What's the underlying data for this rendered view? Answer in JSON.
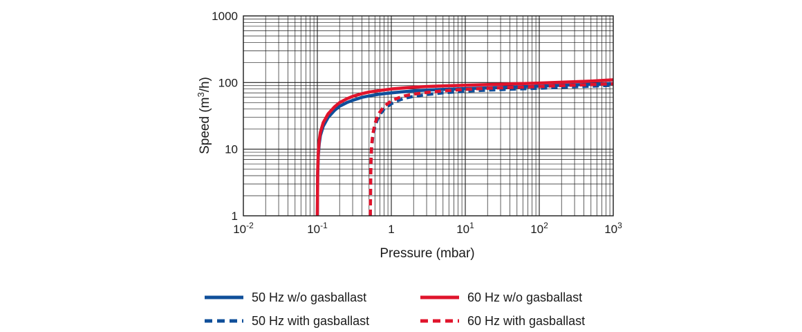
{
  "colors": {
    "blue": "#0f4f9a",
    "red": "#e0142c",
    "grid": "#1a1a1a"
  },
  "chart_data": {
    "type": "line",
    "xscale": "log",
    "yscale": "log",
    "xlim": [
      0.01,
      1000
    ],
    "ylim": [
      1,
      1000
    ],
    "xlabel": "Pressure (mbar)",
    "ylabel_main": "Speed (m",
    "ylabel_sup": "3",
    "ylabel_end": "/h)",
    "grid": true,
    "legend_position": "bottom",
    "x_ticks": [
      {
        "base": "10",
        "exp": "-2"
      },
      {
        "base": "10",
        "exp": "-1"
      },
      {
        "base": "1",
        "exp": ""
      },
      {
        "base": "10",
        "exp": "1"
      },
      {
        "base": "10",
        "exp": "2"
      },
      {
        "base": "10",
        "exp": "3"
      }
    ],
    "y_ticks": [
      "1",
      "10",
      "100",
      "1000"
    ],
    "series": [
      {
        "name": "50 Hz w/o gasballast",
        "color": "#0f4f9a",
        "dashed": false,
        "x": [
          0.1,
          0.101,
          0.103,
          0.106,
          0.11,
          0.12,
          0.14,
          0.17,
          0.2,
          0.25,
          0.3,
          0.4,
          0.5,
          0.7,
          1,
          1.5,
          2,
          3,
          5,
          10,
          20,
          50,
          100,
          200,
          500,
          1000
        ],
        "y": [
          1,
          4,
          8,
          12,
          16,
          22,
          30,
          38,
          44,
          50,
          54,
          60,
          63,
          67,
          70,
          73,
          75,
          77,
          79,
          81,
          83,
          86,
          88,
          91,
          94,
          97
        ]
      },
      {
        "name": "60 Hz w/o gasballast",
        "color": "#e0142c",
        "dashed": false,
        "x": [
          0.1,
          0.101,
          0.103,
          0.106,
          0.11,
          0.12,
          0.14,
          0.17,
          0.2,
          0.25,
          0.3,
          0.4,
          0.5,
          0.7,
          1,
          1.5,
          2,
          3,
          5,
          10,
          20,
          50,
          100,
          200,
          500,
          1000
        ],
        "y": [
          1,
          4.5,
          9,
          13.5,
          18,
          25,
          34,
          43,
          50,
          57,
          62,
          68,
          72,
          76,
          80,
          83,
          85,
          87,
          89,
          91,
          93,
          96,
          98,
          101,
          105,
          110
        ]
      },
      {
        "name": "50 Hz with gasballast",
        "color": "#0f4f9a",
        "dashed": true,
        "x": [
          0.52,
          0.525,
          0.53,
          0.54,
          0.56,
          0.6,
          0.65,
          0.7,
          0.8,
          1,
          1.2,
          1.5,
          2,
          3,
          5,
          10,
          20,
          50,
          100,
          200,
          500,
          1000
        ],
        "y": [
          1,
          3,
          6,
          10,
          15,
          22,
          28,
          33,
          40,
          48,
          53,
          58,
          62,
          66,
          70,
          74,
          77,
          80,
          82,
          85,
          88,
          91
        ]
      },
      {
        "name": "60 Hz with gasballast",
        "color": "#e0142c",
        "dashed": true,
        "x": [
          0.52,
          0.525,
          0.53,
          0.54,
          0.56,
          0.6,
          0.65,
          0.7,
          0.8,
          1,
          1.2,
          1.5,
          2,
          3,
          5,
          10,
          20,
          50,
          100,
          200,
          500,
          1000
        ],
        "y": [
          1,
          3.3,
          6.5,
          11,
          16.5,
          24,
          31,
          36,
          44,
          53,
          58,
          63,
          67,
          71,
          75,
          79,
          82,
          85,
          87,
          90,
          93,
          96
        ]
      }
    ]
  },
  "legend": [
    {
      "label": "50 Hz w/o gasballast",
      "color": "#0f4f9a",
      "dashed": false
    },
    {
      "label": "60 Hz w/o gasballast",
      "color": "#e0142c",
      "dashed": false
    },
    {
      "label": "50 Hz with gasballast",
      "color": "#0f4f9a",
      "dashed": true
    },
    {
      "label": "60 Hz with gasballast",
      "color": "#e0142c",
      "dashed": true
    }
  ]
}
